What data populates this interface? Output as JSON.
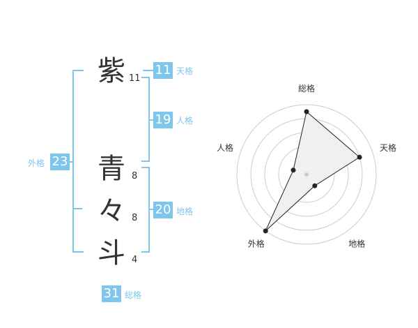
{
  "name": {
    "chars": [
      {
        "char": "紫",
        "strokes": "11"
      },
      {
        "char": "青",
        "strokes": "8"
      },
      {
        "char": "々",
        "strokes": "8"
      },
      {
        "char": "斗",
        "strokes": "4"
      }
    ]
  },
  "kaku": {
    "tenkaku": {
      "label": "天格",
      "value": "11"
    },
    "jinkaku": {
      "label": "人格",
      "value": "19"
    },
    "chikaku": {
      "label": "地格",
      "value": "20"
    },
    "gaikaku": {
      "label": "外格",
      "value": "23"
    },
    "soukaku": {
      "label": "総格",
      "value": "31"
    }
  },
  "chart_data": {
    "type": "radar",
    "axes": [
      "総格",
      "天格",
      "地格",
      "外格",
      "人格"
    ],
    "rings": 5,
    "max": 5,
    "values": [
      4.5,
      4,
      1,
      5,
      1
    ],
    "colors": {
      "fill": "#eeeeee",
      "line": "#222222",
      "grid": "#cccccc",
      "center": "#cccccc"
    }
  },
  "colors": {
    "accent": "#7fc6ec",
    "text": "#333333"
  }
}
